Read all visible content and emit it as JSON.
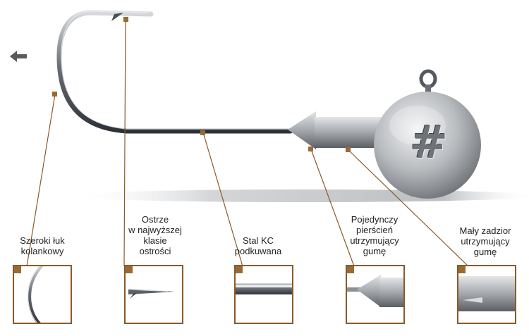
{
  "callouts": [
    {
      "id": "wide-bend",
      "text": "Szeroki łuk\nkolankowy"
    },
    {
      "id": "sharp-point",
      "text": "Ostrze\nw najwyższej\nklasie\nostrości"
    },
    {
      "id": "forged-steel",
      "text": "Stal KC\npodkuwana"
    },
    {
      "id": "single-ring",
      "text": "Pojedynczy\npierścień\nutrzymujący\ngumę"
    },
    {
      "id": "small-barb",
      "text": "Mały zadzior\nutrzymujący\ngumę"
    }
  ],
  "head_logo": "#",
  "colors": {
    "callout_line": "#8a5a2b",
    "hook_steel": "#5a5f66",
    "head_metal": "#b9bcbf"
  },
  "icons": [
    "arrow-left-icon"
  ]
}
